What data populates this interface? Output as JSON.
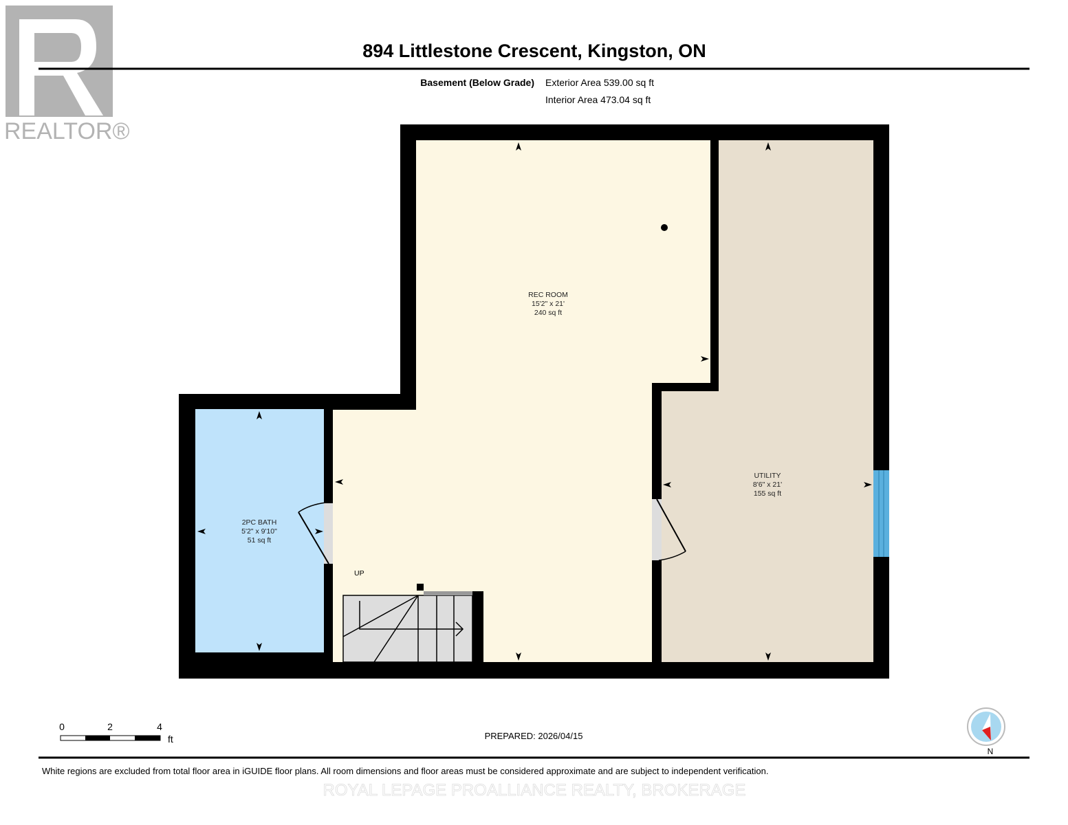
{
  "logo": {
    "text": "REALTOR®"
  },
  "header": {
    "title": "894 Littlestone Crescent, Kingston, ON",
    "level": "Basement (Below Grade)",
    "exterior_area": "Exterior Area 539.00 sq ft",
    "interior_area": "Interior Area 473.04 sq ft"
  },
  "rooms": [
    {
      "name": "REC ROOM",
      "dims": "15'2\" x 21'",
      "area": "240 sq ft",
      "color": "#fdf7e3"
    },
    {
      "name": "UTILITY",
      "dims": "8'6\" x 21'",
      "area": "155 sq ft",
      "color": "#e8dfcf"
    },
    {
      "name": "2PC BATH",
      "dims": "5'2\" x 9'10\"",
      "area": "51 sq ft",
      "color": "#bfe3fb"
    }
  ],
  "stairs_label": "UP",
  "scale": {
    "ticks": [
      "0",
      "2",
      "4"
    ],
    "unit": "ft"
  },
  "prepared": "PREPARED: 2026/04/15",
  "compass": {
    "label": "N"
  },
  "disclaimer": "White regions are excluded from total floor area in iGUIDE floor plans. All room dimensions and floor areas must be considered approximate and are subject to independent verification.",
  "watermark": "ROYAL LEPAGE PROALLIANCE REALTY, BROKERAGE"
}
